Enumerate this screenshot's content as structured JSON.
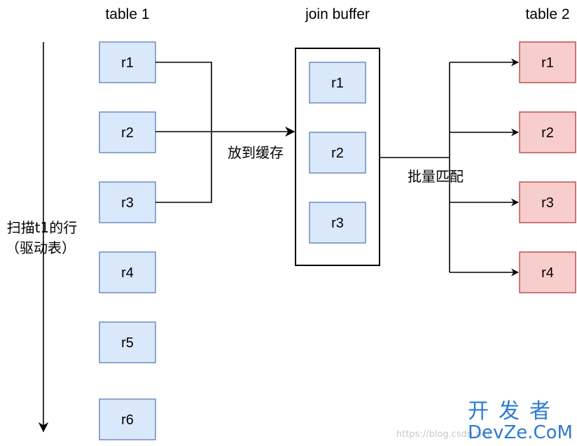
{
  "headers": {
    "table1": "table 1",
    "join_buffer": "join buffer",
    "table2": "table 2"
  },
  "table1_rows": [
    "r1",
    "r2",
    "r3",
    "r4",
    "r5",
    "r6"
  ],
  "buffer_rows": [
    "r1",
    "r2",
    "r3"
  ],
  "table2_rows": [
    "r1",
    "r2",
    "r3",
    "r4"
  ],
  "labels": {
    "store": "放到缓存",
    "batch_match": "批量匹配",
    "scan_line1": "扫描t1的行",
    "scan_line2": "（驱动表）"
  },
  "watermark": {
    "url": "https://blog.csdn.net",
    "brand_cn": "开发者",
    "brand_en": "DevZe.CoM"
  },
  "colors": {
    "driving_row_fill": "#dae8fc",
    "driving_row_stroke": "#6c8ebf",
    "driven_row_fill": "#f8cecc",
    "driven_row_stroke": "#b85450",
    "watermark": "#2b7bd1"
  }
}
